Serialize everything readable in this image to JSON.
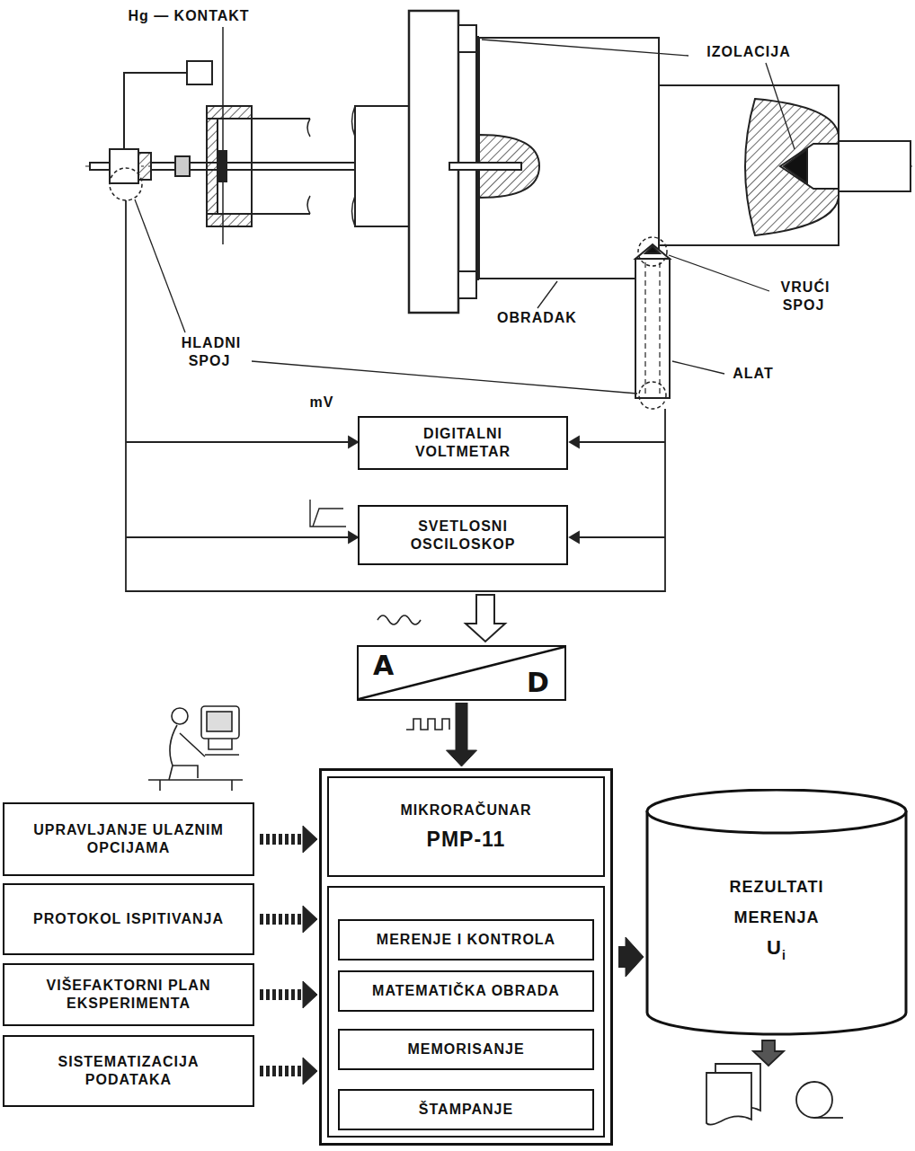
{
  "diagram": {
    "nodes": [
      {
        "text": [
          "DIGITALNI VOLTMETAR"
        ]
      },
      {
        "text": [
          "SVETLOSNI OSCILOSKOP"
        ]
      },
      {
        "text": [
          "A",
          "D"
        ]
      },
      {
        "text": [
          "UPRAVLJANJE ULAZNIM OPCIJAMA"
        ]
      },
      {
        "text": [
          "PROTOKOL ISPITIVANJA"
        ]
      },
      {
        "text": [
          "VIŠEFAKTORNI PLAN EKSPERIMENTA"
        ]
      },
      {
        "text": [
          "SISTEMATIZACIJA PODATAKA"
        ]
      },
      {
        "text": [
          "MIKRORAČUNAR",
          "PMP-11"
        ]
      },
      {
        "text": [
          "MERENJE I KONTROLA"
        ],
        "in": 7
      },
      {
        "text": [
          "MATEMATIČKA OBRADA"
        ],
        "in": 7
      },
      {
        "text": [
          "MEMORISANJE"
        ],
        "in": 7
      },
      {
        "text": [
          "ŠTAMPANJE"
        ],
        "in": 7
      },
      {
        "text": [
          "REZULTATI MERENJA",
          "U",
          "i"
        ]
      }
    ],
    "edges": [
      {
        "from": 2,
        "to": 7,
        "arrow": "to"
      },
      {
        "from": 3,
        "to": 7,
        "arrow": "to"
      },
      {
        "from": 4,
        "to": 7,
        "arrow": "to"
      },
      {
        "from": 5,
        "to": 7,
        "arrow": "to"
      },
      {
        "from": 6,
        "to": 7,
        "arrow": "to"
      },
      {
        "from": 7,
        "to": 12,
        "arrow": "to"
      }
    ],
    "labels": [
      "Hg — KONTAKT",
      "IZOLACIJA",
      "VRUĆI SPOJ",
      "OBRADAK",
      "HLADNI SPOJ",
      "ALAT",
      "mV"
    ]
  }
}
